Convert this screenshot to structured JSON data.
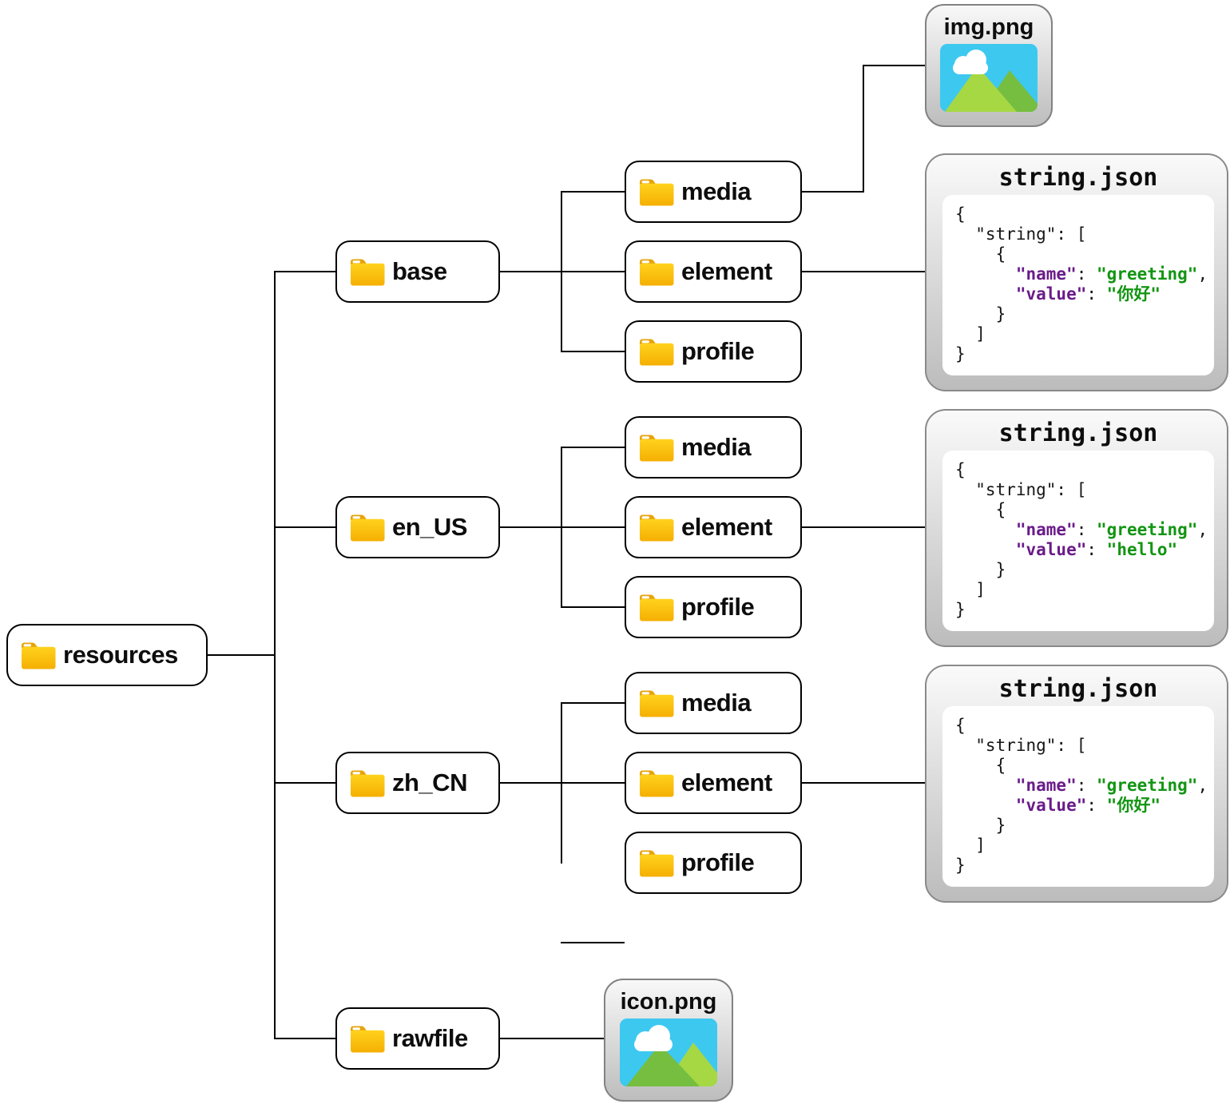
{
  "tree": {
    "root": {
      "label": "resources"
    },
    "groups": [
      {
        "label": "base",
        "children": [
          "media",
          "element",
          "profile"
        ]
      },
      {
        "label": "en_US",
        "children": [
          "media",
          "element",
          "profile"
        ]
      },
      {
        "label": "zh_CN",
        "children": [
          "media",
          "element",
          "profile"
        ]
      },
      {
        "label": "rawfile",
        "children": []
      }
    ]
  },
  "image_cards": [
    {
      "title": "img.png"
    },
    {
      "title": "icon.png"
    }
  ],
  "string_cards": [
    {
      "title": "string.json",
      "l1": "{",
      "l2": "  \"string\": [",
      "l3": "    {",
      "l4_indent": "      ",
      "l4_key": "\"name\"",
      "l4_sep": ": ",
      "l4_val": "\"greeting\"",
      "l4_comma": ",",
      "l5_indent": "      ",
      "l5_key": "\"value\"",
      "l5_sep": ": ",
      "l5_val": "\"你好\"",
      "l6": "    }",
      "l7": "  ]",
      "l8": "}"
    },
    {
      "title": "string.json",
      "l1": "{",
      "l2": "  \"string\": [",
      "l3": "    {",
      "l4_indent": "      ",
      "l4_key": "\"name\"",
      "l4_sep": ": ",
      "l4_val": "\"greeting\"",
      "l4_comma": ",",
      "l5_indent": "      ",
      "l5_key": "\"value\"",
      "l5_sep": ": ",
      "l5_val": "\"hello\"",
      "l6": "    }",
      "l7": "  ]",
      "l8": "}"
    },
    {
      "title": "string.json",
      "l1": "{",
      "l2": "  \"string\": [",
      "l3": "    {",
      "l4_indent": "      ",
      "l4_key": "\"name\"",
      "l4_sep": ": ",
      "l4_val": "\"greeting\"",
      "l4_comma": ",",
      "l5_indent": "      ",
      "l5_key": "\"value\"",
      "l5_sep": ": ",
      "l5_val": "\"你好\"",
      "l6": "    }",
      "l7": "  ]",
      "l8": "}"
    }
  ],
  "icons": {
    "folder": "folder-icon",
    "image_placeholder": "image-placeholder-icon"
  },
  "colors": {
    "json_key": "#6A1B8A",
    "json_value": "#129512",
    "connector": "#000000",
    "node_border": "#000000",
    "card_border": "#8A8A8A",
    "folder_top": "#FFD21E",
    "folder_bottom": "#F5AF02",
    "folder_tab": "#E7A30A",
    "thumb_sky": "#3DC8F0",
    "thumb_mountain_light": "#A6D844",
    "thumb_mountain_dark": "#76BE3F"
  }
}
